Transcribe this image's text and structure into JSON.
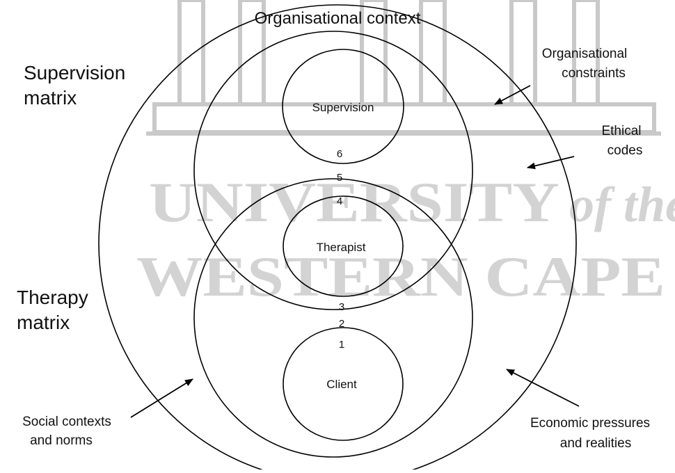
{
  "watermark": {
    "line1": "UNIVERSITY",
    "line1_tail": "of the",
    "line2": "WESTERN CAPE",
    "color": "#d3d3d3"
  },
  "diagram": {
    "title": "Organisational context",
    "matrix_labels": {
      "supervision_line1": "Supervision",
      "supervision_line2": "matrix",
      "therapy_line1": "Therapy",
      "therapy_line2": "matrix"
    },
    "nodes": {
      "supervision": "Supervision",
      "therapist": "Therapist",
      "client": "Client"
    },
    "numbers": [
      "6",
      "5",
      "4",
      "3",
      "2",
      "1"
    ],
    "annotations": {
      "org_constraints_line1": "Organisational",
      "org_constraints_line2": "constraints",
      "ethical_line1": "Ethical",
      "ethical_line2": "codes",
      "social_line1": "Social contexts",
      "social_line2": "and norms",
      "economic_line1": "Economic pressures",
      "economic_line2": "and realities"
    },
    "line_color": "#000000"
  }
}
